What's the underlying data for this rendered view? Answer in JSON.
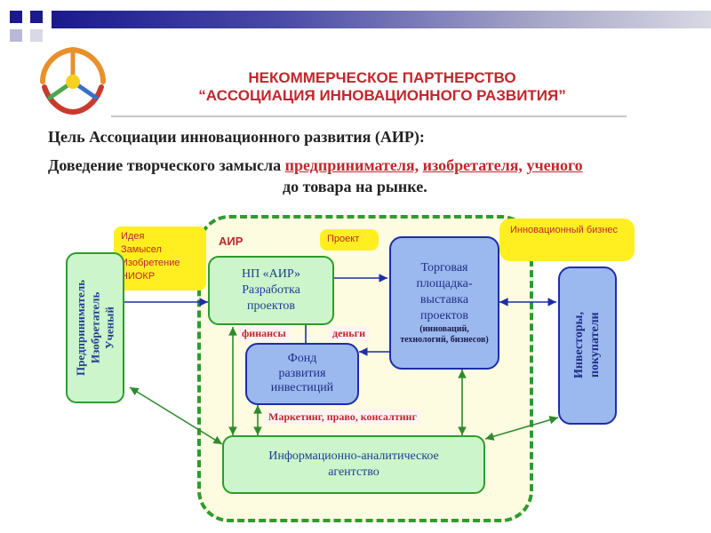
{
  "header": {
    "line1": "НЕКОММЕРЧЕСКОЕ ПАРТНЕРСТВО",
    "line2": "“АССОЦИАЦИЯ ИННОВАЦИОННОГО РАЗВИТИЯ”"
  },
  "goal": {
    "title": "Цель Ассоциации инновационного развития (АИР):",
    "line2_prefix": "Доведение творческого замысла ",
    "line2_w1": "предпринимателя,",
    "line2_w2": "изобретателя,",
    "line2_w3": "ученого",
    "line3": "до товара на рынке."
  },
  "diagram": {
    "air_label": "АИР",
    "idea_note": [
      "Идея",
      "Замысел",
      "Изобретение",
      "НИОКР"
    ],
    "project_note": "Проект",
    "business_note": "Инновационный бизнес",
    "entrepreneur": [
      "Предприниматель",
      "Изобретатель",
      "Ученый"
    ],
    "np_air": [
      "НП «АИР»",
      "Разработка",
      "проектов"
    ],
    "platform": [
      "Торговая",
      "площадка-",
      "выставка",
      "проектов"
    ],
    "platform_sub": "(инноваций, технологий, бизнесов)",
    "investors": [
      "Инвесторы,",
      "покупатели"
    ],
    "fund": [
      "Фонд",
      "развития",
      "инвестиций"
    ],
    "finances_label": "финансы",
    "money_label": "деньги",
    "marketing_label": "Маркетинг, право, консалтинг",
    "agency": [
      "Информационно-аналитическое",
      "агентство"
    ]
  },
  "colors": {
    "accent_red": "#c0272d",
    "green_fill": "#ccf5cc",
    "green_border": "#2e9b2e",
    "blue_fill": "#9bb8ef",
    "blue_border": "#1c2ea6",
    "yellow": "#ffef20",
    "air_region": "#fdfbe0"
  },
  "icons": [
    "logo-emblem-icon"
  ]
}
